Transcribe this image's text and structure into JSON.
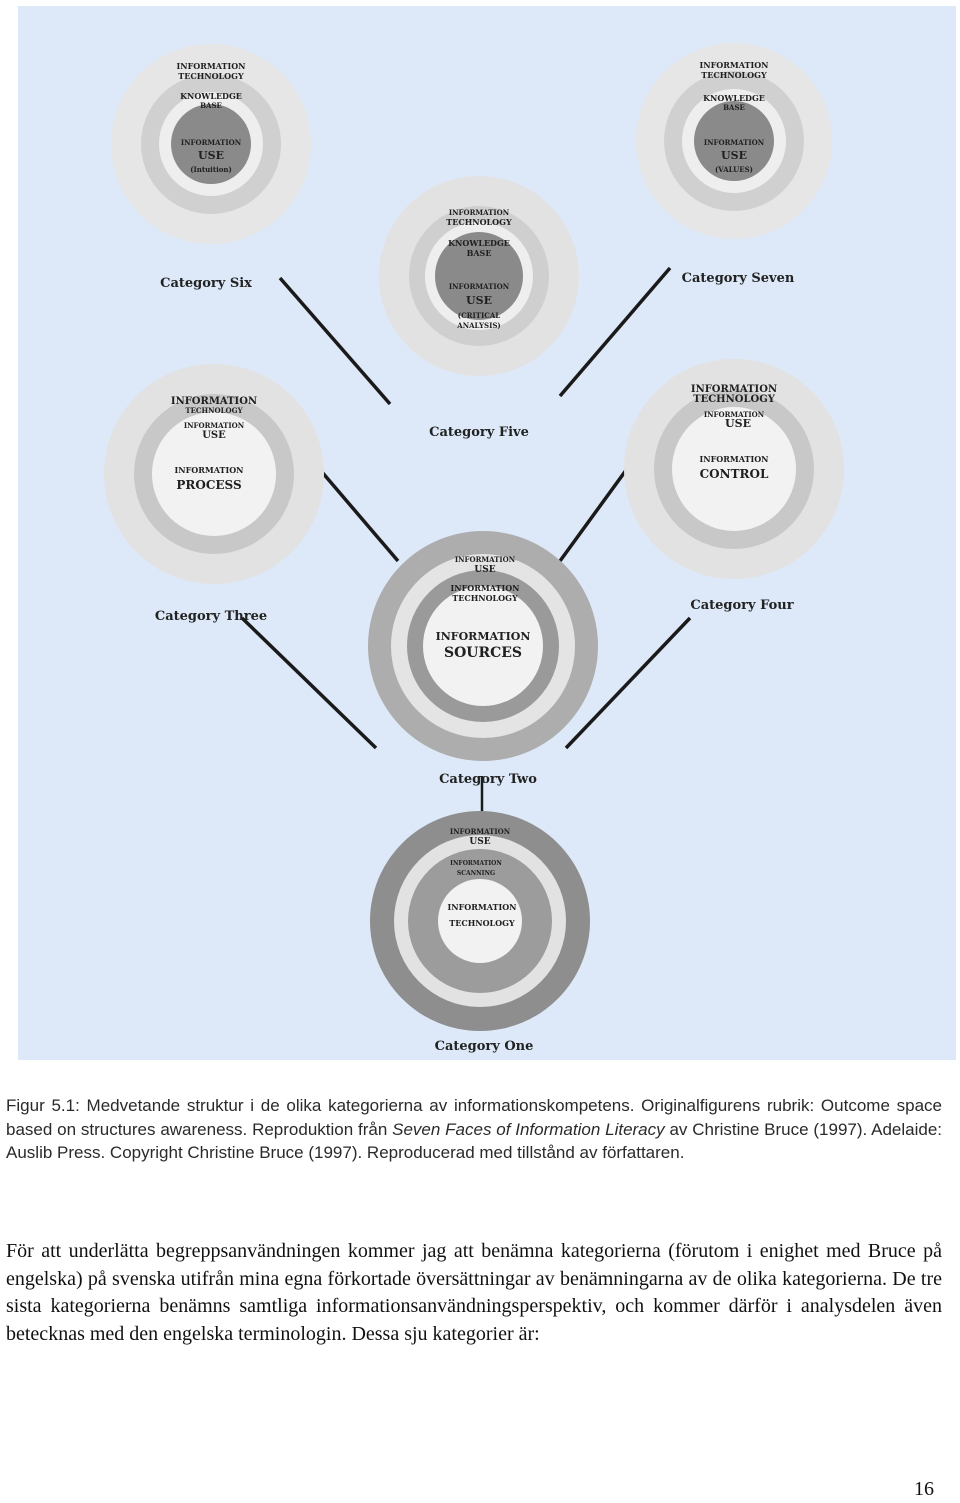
{
  "figure": {
    "categories": [
      {
        "id": "one",
        "label": "Category One",
        "rings": [
          {
            "text": "INFORMATION"
          },
          {
            "text": "USE"
          },
          {
            "text": "INFORMATION"
          },
          {
            "text": "SCANNING"
          },
          {
            "text": "INFORMATION"
          },
          {
            "text": "TECHNOLOGY"
          }
        ]
      },
      {
        "id": "two",
        "label": "Category Two",
        "rings": [
          {
            "text": "INFORMATION"
          },
          {
            "text": "USE"
          },
          {
            "text": "INFORMATION"
          },
          {
            "text": "TECHNOLOGY"
          },
          {
            "text": "INFORMATION"
          },
          {
            "text": "SOURCES"
          }
        ]
      },
      {
        "id": "three",
        "label": "Category Three",
        "rings": [
          {
            "text": "INFORMATION"
          },
          {
            "text": "TECHNOLOGY"
          },
          {
            "text": "INFORMATION"
          },
          {
            "text": "USE"
          },
          {
            "text": "INFORMATION"
          },
          {
            "text": "PROCESS"
          }
        ]
      },
      {
        "id": "four",
        "label": "Category Four",
        "rings": [
          {
            "text": "INFORMATION"
          },
          {
            "text": "TECHNOLOGY"
          },
          {
            "text": "INFORMATION"
          },
          {
            "text": "USE"
          },
          {
            "text": "INFORMATION"
          },
          {
            "text": "CONTROL"
          }
        ]
      },
      {
        "id": "five",
        "label": "Category Five",
        "rings": [
          {
            "text": "INFORMATION"
          },
          {
            "text": "TECHNOLOGY"
          },
          {
            "text": "KNOWLEDGE"
          },
          {
            "text": "BASE"
          },
          {
            "text": "INFORMATION"
          },
          {
            "text": "USE"
          },
          {
            "text": "(CRITICAL"
          },
          {
            "text": "ANALYSIS)"
          }
        ]
      },
      {
        "id": "six",
        "label": "Category Six",
        "rings": [
          {
            "text": "INFORMATION"
          },
          {
            "text": "TECHNOLOGY"
          },
          {
            "text": "KNOWLEDGE"
          },
          {
            "text": "BASE"
          },
          {
            "text": "INFORMATION"
          },
          {
            "text": "USE"
          },
          {
            "text": "(Intuition)"
          }
        ]
      },
      {
        "id": "seven",
        "label": "Category Seven",
        "rings": [
          {
            "text": "INFORMATION"
          },
          {
            "text": "TECHNOLOGY"
          },
          {
            "text": "KNOWLEDGE"
          },
          {
            "text": "BASE"
          },
          {
            "text": "INFORMATION"
          },
          {
            "text": "USE"
          },
          {
            "text": "(VALUES)"
          }
        ]
      }
    ]
  },
  "caption": {
    "part1": "Figur 5.1: Medvetande struktur i de olika kategorierna av informationskompetens. Originalfigurens rubrik: Outcome space based on structures awareness. Reproduktion från ",
    "italic": "Seven Faces of Information Literacy",
    "part2": " av Christine Bruce (1997). Adelaide: Auslib Press. Copyright Christine Bruce (1997). Reproducerad med tillstånd av författaren."
  },
  "body_text": "För att underlätta begreppsanvändningen kommer jag att benämna kategorierna (förutom i enighet med Bruce på engelska) på svenska utifrån mina egna förkortade översättningar av benämningarna av de olika kategorierna. De tre sista kategorierna benämns samtliga informationsanvändningsperspektiv, och kommer därför i analysdelen även betecknas med den engelska terminologin. Dessa sju kategorier är:",
  "page_number": "16"
}
